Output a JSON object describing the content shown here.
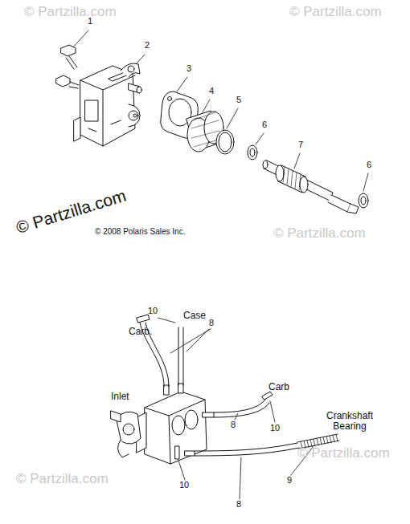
{
  "diagram": {
    "labels": [
      "© Partzilla.com",
      "© Partzilla.com",
      "1",
      "2",
      "3",
      "4",
      "5",
      "6",
      "7",
      "6",
      "© Partzilla.com",
      "© 2008 Polaris Sales Inc.",
      "© Partzilla.com",
      "10",
      "Case",
      "Carb.",
      "8",
      "Inlet",
      "Carb",
      "8",
      "10",
      "Crankshaft Bearing",
      "10",
      "9",
      "8",
      "© Partzilla.com",
      "© Partzilla.com"
    ]
  }
}
